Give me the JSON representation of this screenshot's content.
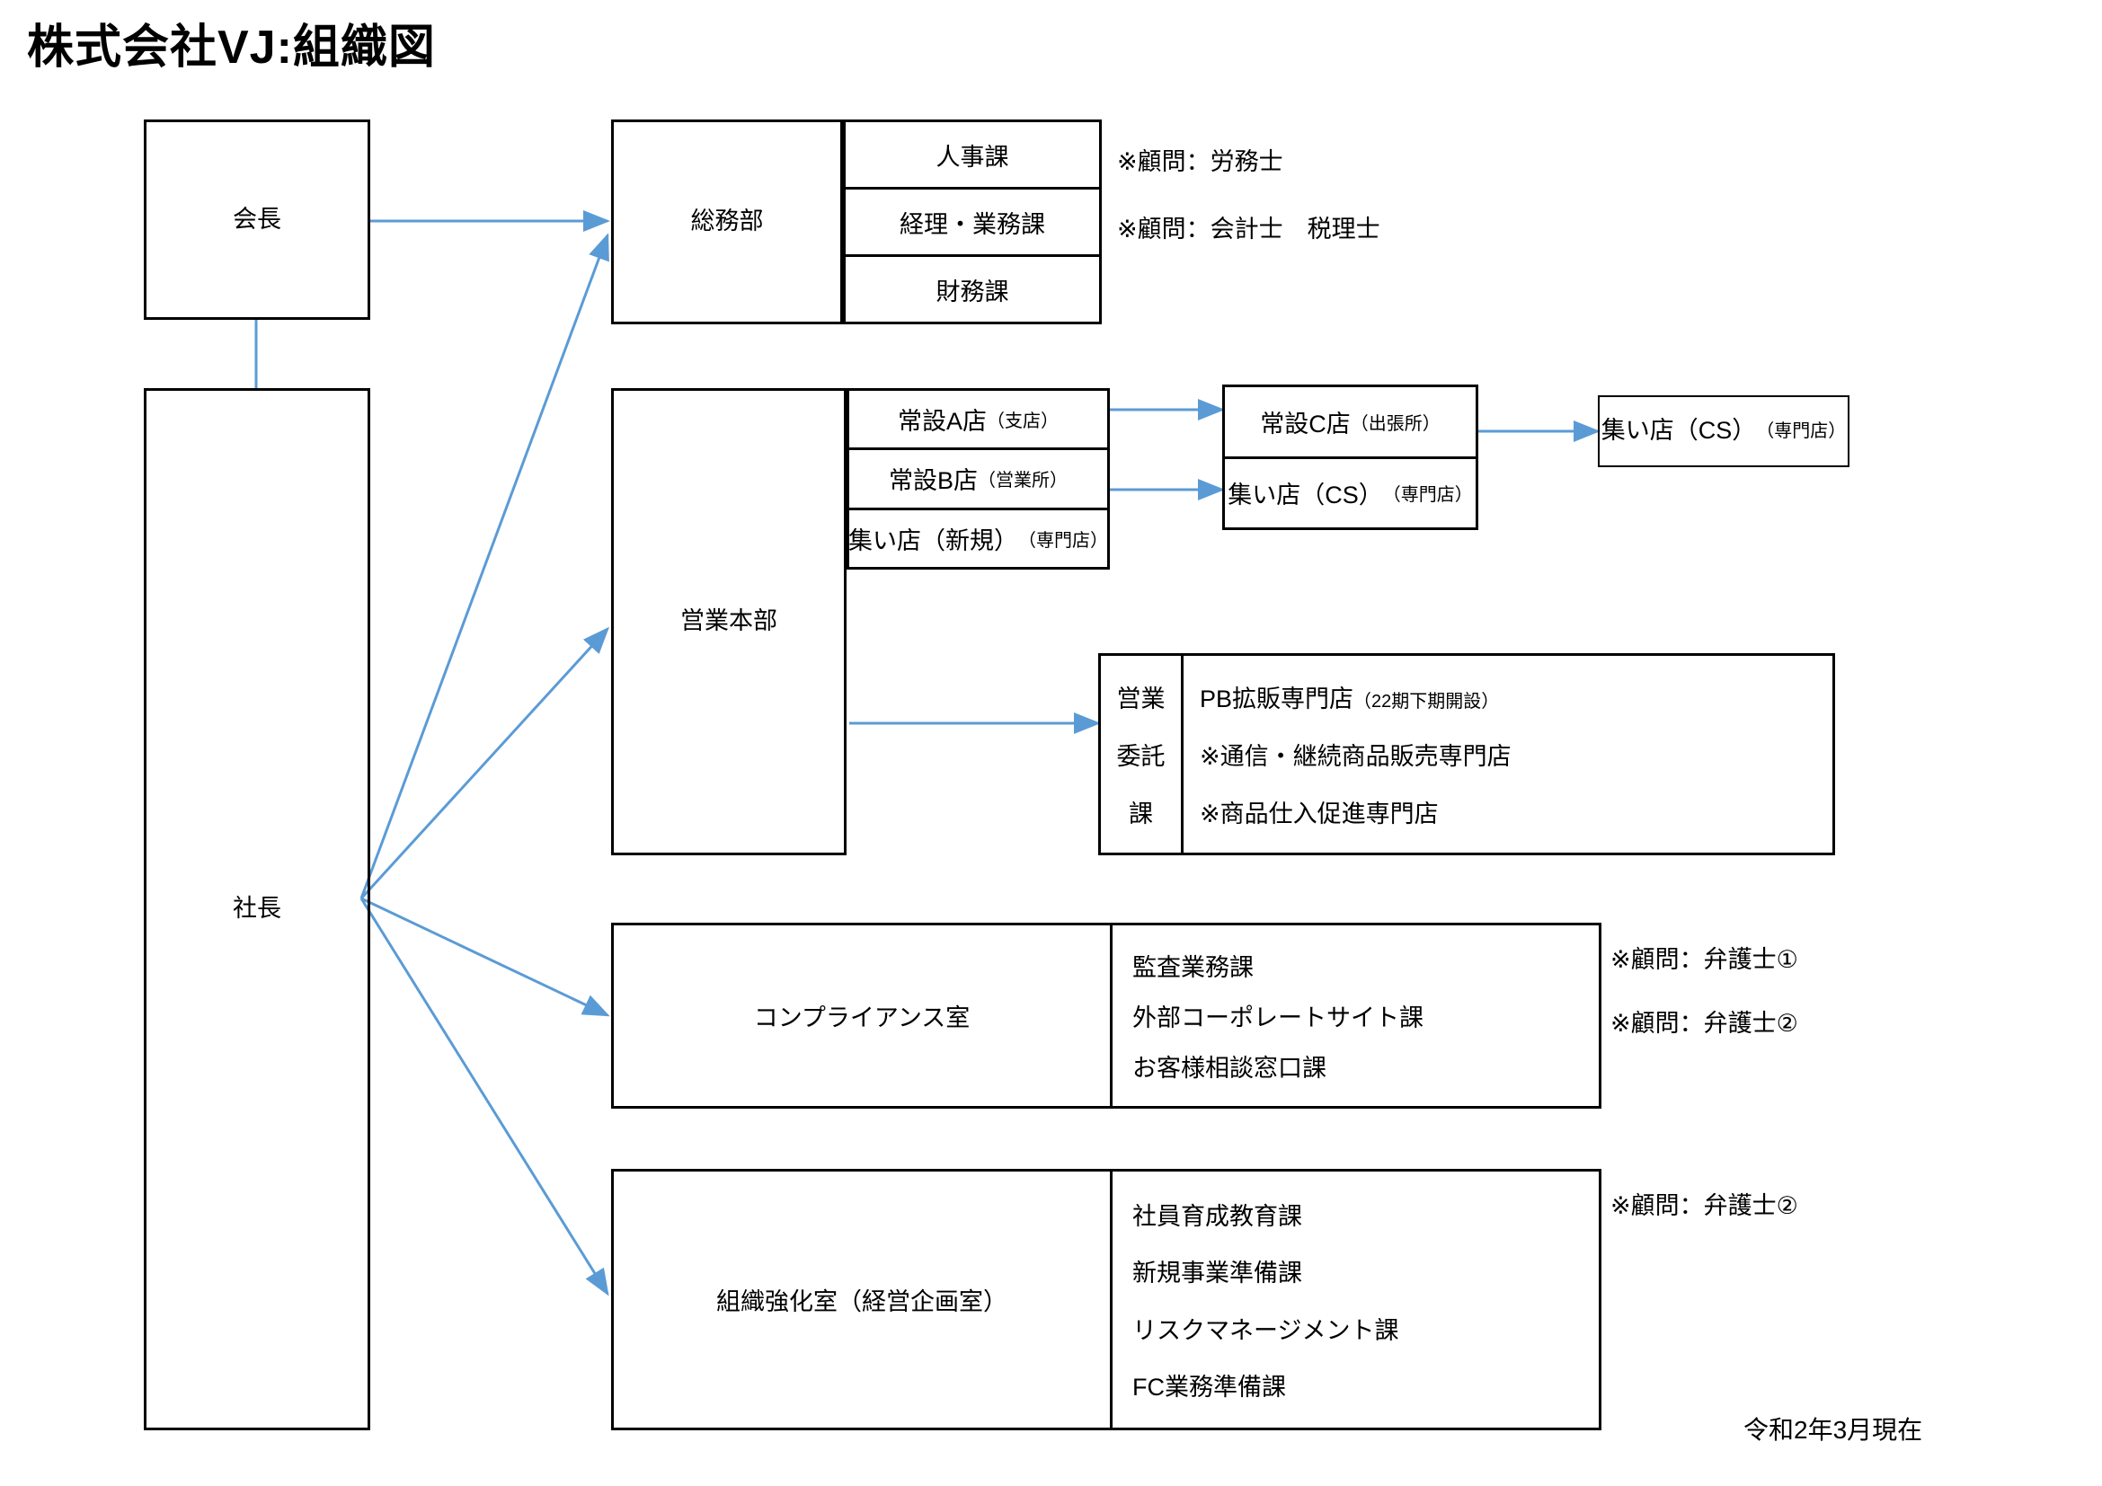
{
  "title": "株式会社VJ:組織図",
  "footer_date": "令和2年3月現在",
  "colors": {
    "connector": "#5B9BD5",
    "border": "#000000",
    "background": "#FFFFFF"
  },
  "executives": {
    "chairman": "会長",
    "president": "社長"
  },
  "general_affairs": {
    "name": "総務部",
    "sections": [
      "人事課",
      "経理・業務課",
      "財務課"
    ],
    "advisors": [
      "※顧問：労務士",
      "※顧問：会計士　税理士"
    ]
  },
  "sales_hq": {
    "name": "営業本部",
    "stores": [
      {
        "main": "常設A店",
        "sub": "（支店）"
      },
      {
        "main": "常設B店",
        "sub": "（営業所）"
      },
      {
        "main": "集い店（新規）",
        "sub": "（専門店）"
      }
    ],
    "branch_stores": [
      {
        "main": "常設C店",
        "sub": "（出張所）"
      },
      {
        "main": "集い店（CS）",
        "sub": "（専門店）"
      }
    ],
    "far_store": {
      "main": "集い店（CS）",
      "sub": "（専門店）"
    },
    "delegation": {
      "label_lines": [
        "営業",
        "委託",
        "課"
      ],
      "items": [
        {
          "main": "PB拡販専門店",
          "sub": "（22期下期開設）"
        },
        {
          "main": "※通信・継続商品販売専門店",
          "sub": ""
        },
        {
          "main": "※商品仕入促進専門店",
          "sub": ""
        }
      ]
    }
  },
  "compliance": {
    "name": "コンプライアンス室",
    "sections": [
      "監査業務課",
      "外部コーポレートサイト課",
      "お客様相談窓口課"
    ],
    "advisors": [
      "※顧問：弁護士①",
      "※顧問：弁護士②"
    ]
  },
  "org_strengthening": {
    "name": "組織強化室（経営企画室）",
    "sections": [
      "社員育成教育課",
      "新規事業準備課",
      "リスクマネージメント課",
      "FC業務準備課"
    ],
    "advisors": [
      "※顧問：弁護士②"
    ]
  }
}
